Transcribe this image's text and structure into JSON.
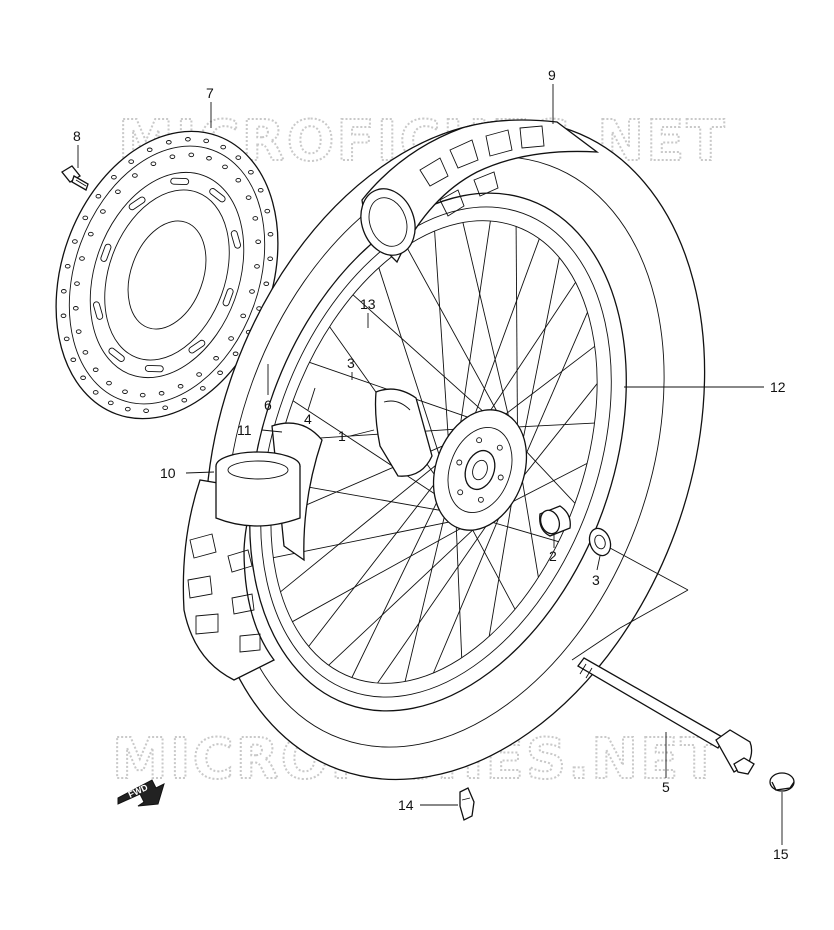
{
  "watermark": {
    "text": "MICROFICHES.NET"
  },
  "fwd_label": "FWD",
  "callouts": {
    "c1": "1",
    "c2": "2",
    "c3a": "3",
    "c3b": "3",
    "c4": "4",
    "c5": "5",
    "c6": "6",
    "c7": "7",
    "c8": "8",
    "c9": "9",
    "c10": "10",
    "c11": "11",
    "c12": "12",
    "c13": "13",
    "c14": "14",
    "c15": "15"
  }
}
